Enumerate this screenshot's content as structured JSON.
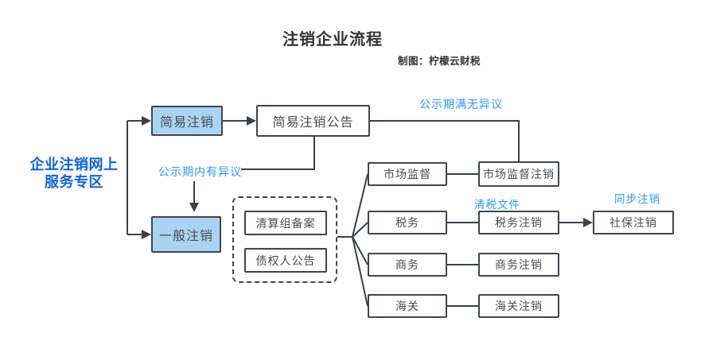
{
  "header": {
    "title": "注销企业流程",
    "credit": "制图：柠檬云财税"
  },
  "portal": {
    "line1": "企业注销网上",
    "line2": "服务专区"
  },
  "nodes": {
    "simple": "简易注销",
    "simple_notice": "简易注销公告",
    "general": "一般注销",
    "liquidation_filing": "清算组备案",
    "creditor_notice": "债权人公告",
    "market": "市场监督",
    "market_cancel": "市场监督注销",
    "tax": "税务",
    "tax_cancel": "税务注销",
    "social_cancel": "社保注销",
    "commerce": "商务",
    "commerce_cancel": "商务注销",
    "customs": "海关",
    "customs_cancel": "海关注销"
  },
  "annotations": {
    "no_objection": "公示期满无异议",
    "objection": "公示期内有异议",
    "tax_clearance": "清税文件",
    "sync_cancel": "同步注销"
  },
  "colors": {
    "bg": "#ffffff",
    "ink": "#333333",
    "node_fill": "#a9d3f3",
    "node_text": "#4c4c4c",
    "border": "#3e454f",
    "line": "#3a414b",
    "accent_blue": "#2e97fc",
    "portal_blue": "#0e63d8"
  }
}
